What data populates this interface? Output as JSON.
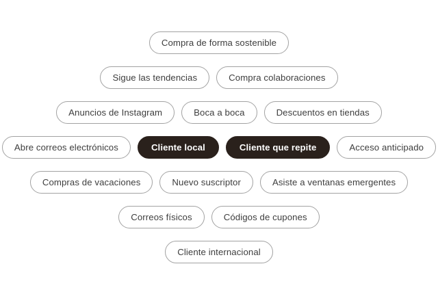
{
  "theme": {
    "background": "#ffffff",
    "pill_outline_border": "#a2a2a2",
    "pill_outline_text": "#3d3d3d",
    "pill_filled_background": "#2a211c",
    "pill_filled_text": "#ffffff"
  },
  "tag_cloud": {
    "rows": [
      {
        "tags": [
          {
            "label": "Compra de forma sostenible",
            "selected": false
          }
        ]
      },
      {
        "tags": [
          {
            "label": "Sigue las tendencias",
            "selected": false
          },
          {
            "label": "Compra colaboraciones",
            "selected": false
          }
        ]
      },
      {
        "tags": [
          {
            "label": "Anuncios de Instagram",
            "selected": false
          },
          {
            "label": "Boca a boca",
            "selected": false
          },
          {
            "label": "Descuentos en tiendas",
            "selected": false
          }
        ]
      },
      {
        "tags": [
          {
            "label": "Abre correos electrónicos",
            "selected": false
          },
          {
            "label": "Cliente local",
            "selected": true
          },
          {
            "label": "Cliente que repite",
            "selected": true
          },
          {
            "label": "Acceso anticipado",
            "selected": false
          }
        ]
      },
      {
        "tags": [
          {
            "label": "Compras de vacaciones",
            "selected": false
          },
          {
            "label": "Nuevo suscriptor",
            "selected": false
          },
          {
            "label": "Asiste a ventanas emergentes",
            "selected": false
          }
        ]
      },
      {
        "tags": [
          {
            "label": "Correos físicos",
            "selected": false
          },
          {
            "label": "Códigos de cupones",
            "selected": false
          }
        ]
      },
      {
        "tags": [
          {
            "label": "Cliente internacional",
            "selected": false
          }
        ]
      }
    ]
  }
}
